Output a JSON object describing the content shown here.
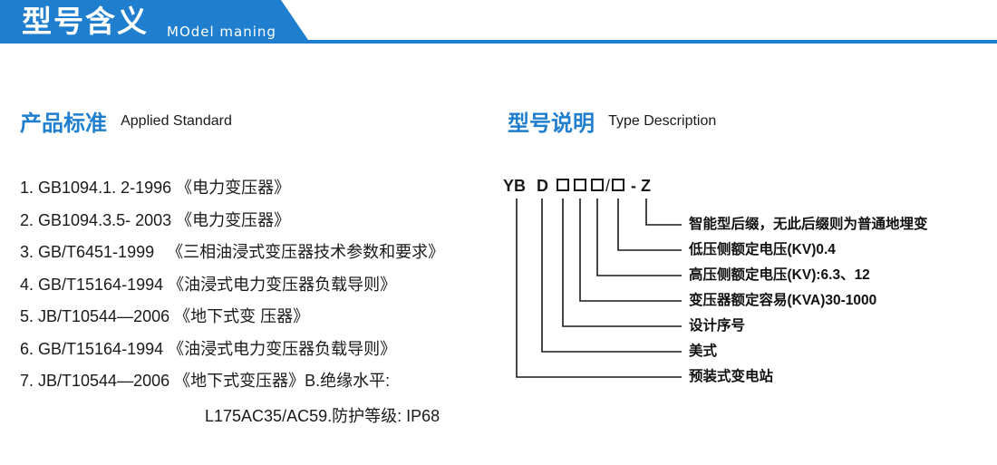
{
  "header": {
    "title": "型号含义",
    "subtitle": "MOdel maning"
  },
  "standards": {
    "heading_cn": "产品标准",
    "heading_en": "Applied Standard",
    "items": [
      "1. GB1094.1. 2-1996 《电力变压器》",
      "2. GB1094.3.5- 2003 《电力变压器》",
      "3. GB/T6451-1999 　《三相油浸式变压器技术参数和要求》",
      "4. GB/T15164-1994 《油浸式电力变压器负载导则》",
      "5. JB/T10544—2006 《地下式变 压器》",
      "6. GB/T15164-1994 《油浸式电力变压器负载导则》",
      "7. JB/T10544—2006 《地下式变压器》B.绝缘水平:"
    ],
    "continuation": "L175AC35/AC59.防护等级: IP68"
  },
  "type_desc": {
    "heading_cn": "型号说明",
    "heading_en": "Type Description",
    "code": {
      "yb": "YB",
      "d": "D",
      "slash": "/",
      "dash": "-",
      "z": "Z"
    },
    "items": [
      "智能型后缀，无此后缀则为普通地埋变",
      "低压侧额定电压(KV)0.4",
      "高压侧额定电压(KV):6.3、12",
      "变压器额定容易(KVA)30-1000",
      "设计序号",
      "美式",
      "预装式变电站"
    ]
  },
  "colors": {
    "accent": "#1f7fce",
    "text": "#1a1a1a"
  }
}
